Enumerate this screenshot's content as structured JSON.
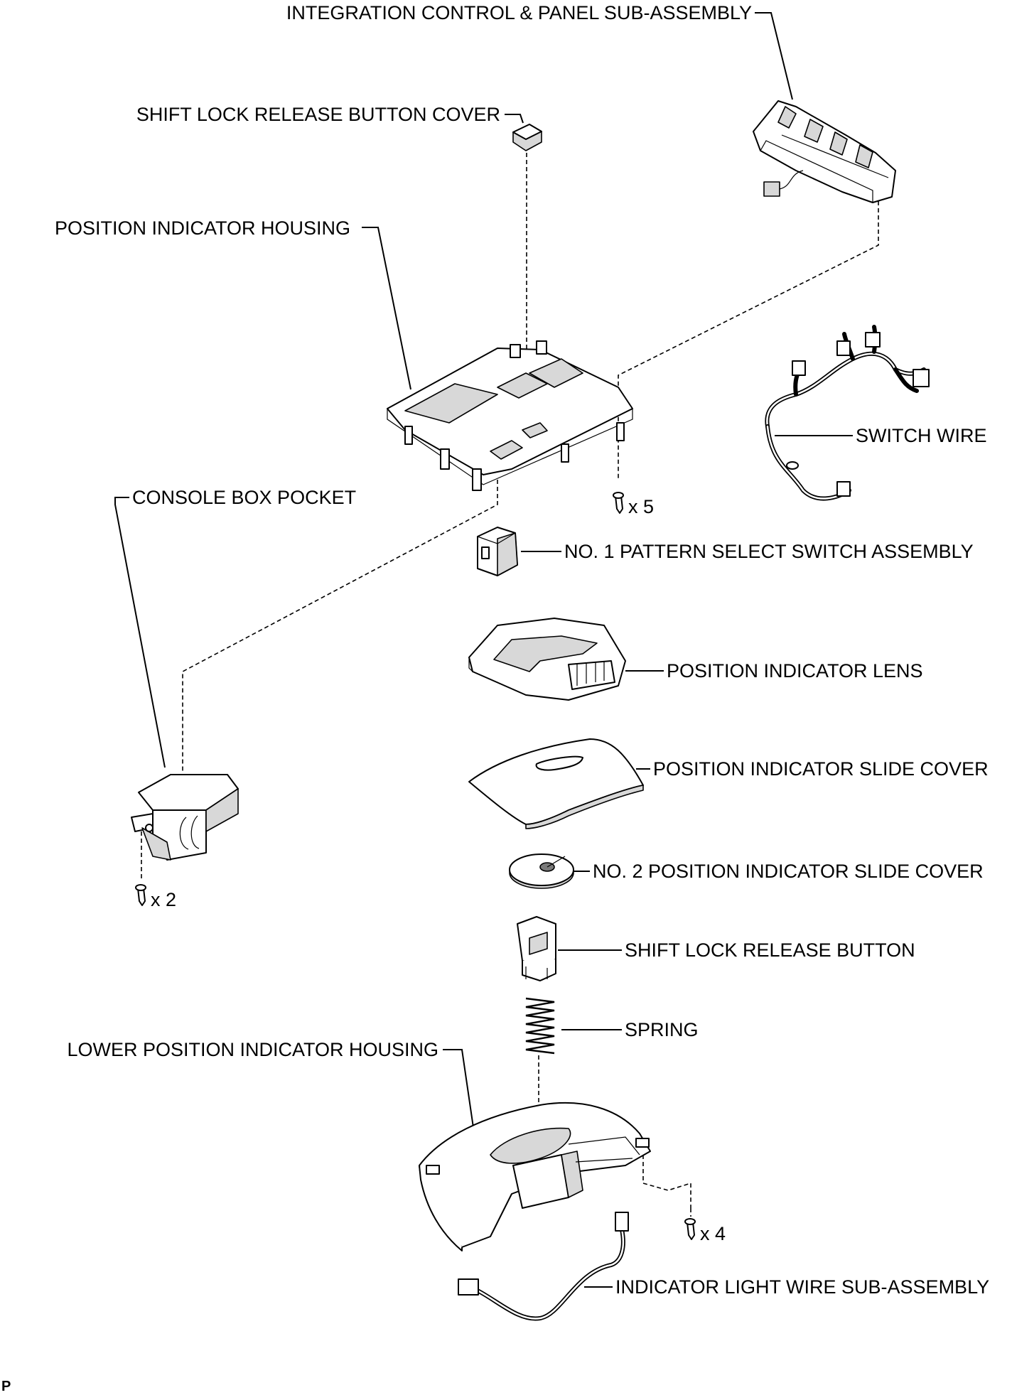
{
  "labels": {
    "integration_control": "INTEGRATION CONTROL & PANEL SUB-ASSEMBLY",
    "shift_lock_cover": "SHIFT LOCK RELEASE BUTTON COVER",
    "position_indicator_housing": "POSITION INDICATOR HOUSING",
    "switch_wire": "SWITCH WIRE",
    "console_box_pocket": "CONSOLE BOX POCKET",
    "pattern_select_switch": "NO. 1 PATTERN SELECT SWITCH ASSEMBLY",
    "position_indicator_lens": "POSITION INDICATOR LENS",
    "slide_cover": "POSITION INDICATOR SLIDE COVER",
    "slide_cover_2": "NO. 2 POSITION INDICATOR SLIDE COVER",
    "shift_lock_button": "SHIFT LOCK RELEASE BUTTON",
    "spring": "SPRING",
    "lower_housing": "LOWER POSITION INDICATOR HOUSING",
    "indicator_light_wire": "INDICATOR LIGHT WIRE SUB-ASSEMBLY"
  },
  "screw_counts": {
    "housing": "x 5",
    "pocket": "x 2",
    "lower": "x 4"
  },
  "corner_mark": "P"
}
